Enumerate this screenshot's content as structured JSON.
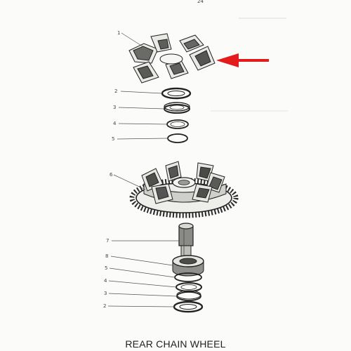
{
  "caption": "REAR CHAIN WHEEL",
  "page_marker": "24",
  "callouts": {
    "c1": "1",
    "c2a": "2",
    "c3a": "3",
    "c4a": "4",
    "c5a": "5",
    "c6": "6",
    "c7": "7",
    "c8": "8",
    "c5b": "5",
    "c4b": "4",
    "c3b": "3",
    "c2b": "2"
  },
  "colors": {
    "arrow": "#e31b1b",
    "ink": "#2a2a2a",
    "line": "#555555"
  }
}
